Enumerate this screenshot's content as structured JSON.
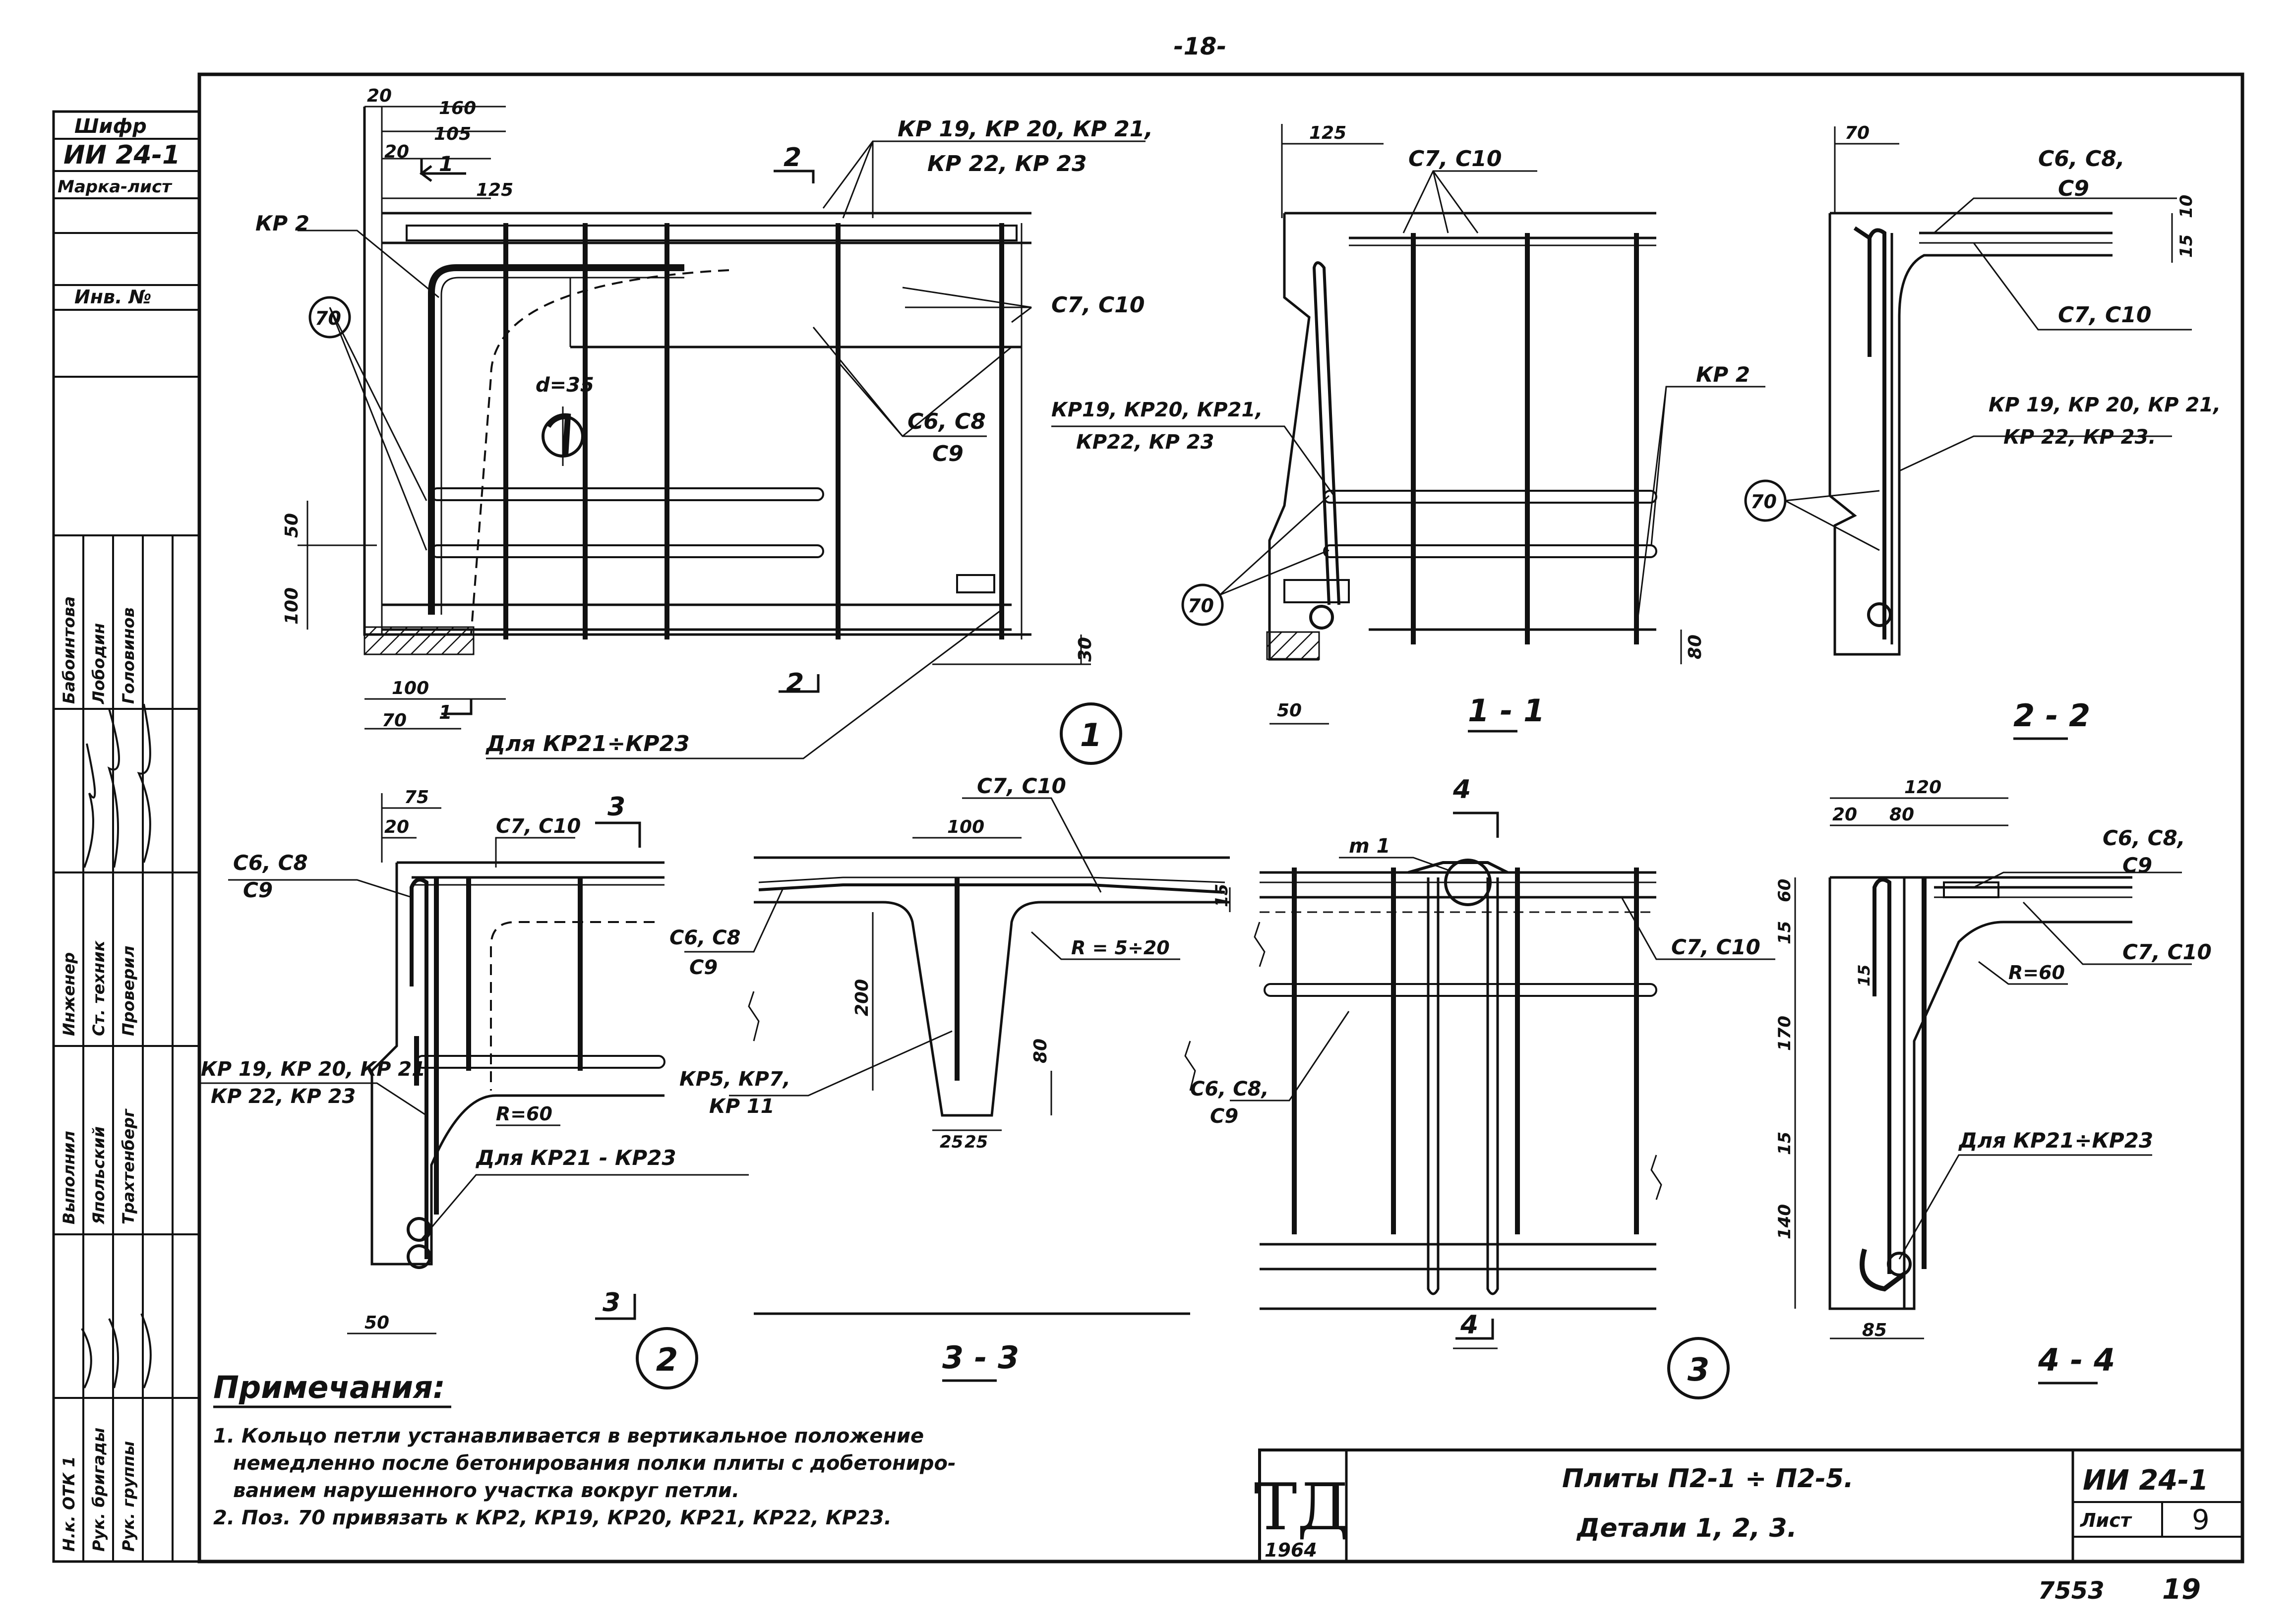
{
  "page_number_top": "-18-",
  "side_stamp": {
    "cipher_label": "Шифр",
    "cipher_value": "ИИ 24-1",
    "mark_sheet_label": "Марка-лист",
    "inv_label": "Инв. №",
    "roles": [
      "Н.к. ОТК 1",
      "Рук. бригады",
      "Рук. группы",
      "Выполнил",
      "Инженер",
      "Ст. техник",
      "Проверил"
    ],
    "names": [
      "Бабоинтова",
      "Лободин",
      "Головинов",
      "Япольский",
      "Трахтенберг"
    ]
  },
  "view1": {
    "dims_top": [
      "20",
      "160",
      "105",
      "20",
      "125"
    ],
    "dims_left": [
      "50",
      "100"
    ],
    "dims_bottom": [
      "100",
      "70"
    ],
    "dim_right": "30",
    "section_marks": [
      "1",
      "2",
      "2",
      "1"
    ],
    "rebar_top": [
      "КР 19, КР 20, КР 21,",
      "КР 22, КР 23"
    ],
    "kr2_label": "КР 2",
    "c7c10": "С7, С10",
    "c6c8": "С6, С8",
    "c9": "С9",
    "hole": "d=35",
    "pos70": "70",
    "for_label": "Для КР21÷КР23",
    "number": "1"
  },
  "section_1_1": {
    "title": "1 - 1",
    "dim_top": "125",
    "c7c10": "С7, С10",
    "kr2": "КР 2",
    "rebar": [
      "КР19, КР20, КР21,",
      "КР22, КР 23"
    ],
    "pos70": "70",
    "dim_bottom": "50",
    "dim_right": "80"
  },
  "section_2_2": {
    "title": "2 - 2",
    "dim_top": "70",
    "c6c8": "С6, С8,",
    "c9": "С9",
    "c7c10": "С7, С10",
    "dims_right": [
      "10",
      "15"
    ],
    "rebar": [
      "КР 19, КР 20, КР 21,",
      "КР 22, КР 23."
    ],
    "pos70": "70"
  },
  "view2": {
    "dims_top": [
      "75",
      "20"
    ],
    "c7c10": "С7, С10",
    "section_mark": "3",
    "c6c8": "С6, С8",
    "c9": "С9",
    "rebar": [
      "КР 19, КР 20, КР 21",
      "КР 22, КР 23"
    ],
    "r60": "R=60",
    "for_label": "Для КР21 - КР23",
    "dim_bottom": "50",
    "number": "2"
  },
  "section_3_3": {
    "title": "3 - 3",
    "c7c10": "С7, С10",
    "dim_top": "100",
    "c6c8": "С6, С8",
    "c9": "С9",
    "dim_right": "15",
    "r_label": "R = 5÷20",
    "dim_200": "200",
    "dim_80": "80",
    "kr": [
      "КР5, КР7,",
      "КР 11"
    ],
    "dims_bottom": [
      "25",
      "25"
    ]
  },
  "view3": {
    "m1": "m 1",
    "section_mark": "4",
    "c7c10": "С7, С10",
    "c6c8": "С6, С8,",
    "c9": "С9",
    "number": "3"
  },
  "section_4_4": {
    "title": "4 - 4",
    "dims_top": [
      "120",
      "20",
      "80"
    ],
    "c6c8": "С6, С8,",
    "c9": "С9",
    "c7c10": "С7, С10",
    "r60": "R=60",
    "dims_left": [
      "60",
      "15",
      "170",
      "15",
      "140"
    ],
    "dim_inner": "15",
    "for_label": "Для КР21÷КР23",
    "dim_bottom": "85"
  },
  "notes": {
    "title": "Примечания:",
    "lines": [
      "1. Кольцо петли устанавливается в вертикальное положение",
      "немедленно после бетонирования полки плиты с добетониро-",
      "ванием нарушенного участка вокруг петли.",
      "2. Поз. 70 привязать к КР2, КР19, КР20, КР21, КР22, КР23."
    ]
  },
  "title_block": {
    "logo": "ТД",
    "year": "1964",
    "title_line1": "Плиты П2-1 ÷ П2-5.",
    "title_line2": "Детали 1, 2, 3.",
    "code": "ИИ 24-1",
    "sheet_label": "Лист",
    "sheet_number": "9"
  },
  "footer": {
    "inv_number": "7553",
    "page": "19"
  }
}
